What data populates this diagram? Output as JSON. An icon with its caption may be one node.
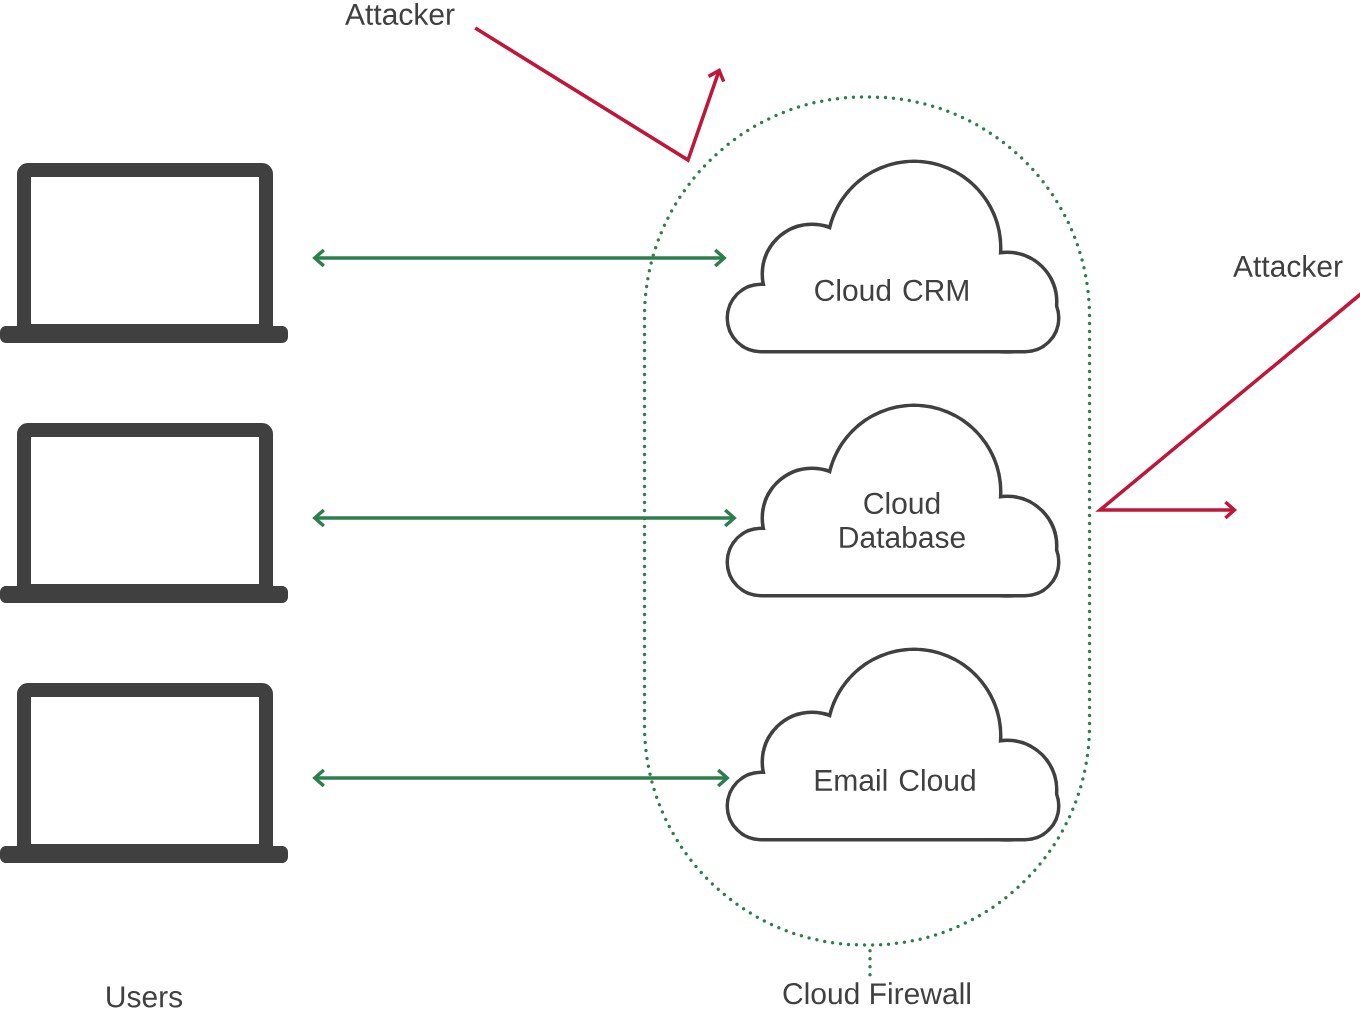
{
  "diagram": {
    "nodes": [
      {
        "text": [
          "Attacker"
        ]
      },
      {
        "text": [],
        "shape": "laptop"
      },
      {
        "text": [],
        "shape": "laptop"
      },
      {
        "text": [],
        "shape": "laptop"
      },
      {
        "text": [
          "Cloud Firewall"
        ]
      },
      {
        "text": [
          "Cloud CRM"
        ],
        "in": 4
      },
      {
        "text": [
          "Cloud Database"
        ],
        "in": 4
      },
      {
        "text": [
          "Email Cloud"
        ],
        "in": 4
      },
      {
        "text": [
          "Attacker"
        ]
      }
    ],
    "edges": [
      {
        "from": 0,
        "to": null,
        "arrow": "to",
        "color": "#c0163a"
      },
      {
        "from": 1,
        "to": 5,
        "arrow": "both"
      },
      {
        "from": 2,
        "to": 6,
        "arrow": "both"
      },
      {
        "from": 3,
        "to": 7,
        "arrow": "both"
      },
      {
        "from": 8,
        "to": null,
        "arrow": "to",
        "color": "#c0163a"
      }
    ],
    "labels": [
      "Users"
    ]
  }
}
